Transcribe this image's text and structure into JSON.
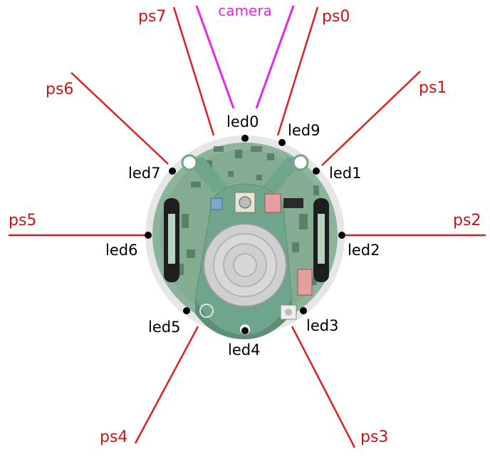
{
  "camera": {
    "label": "camera"
  },
  "sensors": [
    {
      "label": "ps0"
    },
    {
      "label": "ps1"
    },
    {
      "label": "ps2"
    },
    {
      "label": "ps3"
    },
    {
      "label": "ps4"
    },
    {
      "label": "ps5"
    },
    {
      "label": "ps6"
    },
    {
      "label": "ps7"
    }
  ],
  "leds": [
    {
      "label": "led0"
    },
    {
      "label": "led1"
    },
    {
      "label": "led2"
    },
    {
      "label": "led3"
    },
    {
      "label": "led4"
    },
    {
      "label": "led5"
    },
    {
      "label": "led6"
    },
    {
      "label": "led7"
    },
    {
      "label": "led9"
    }
  ],
  "colors": {
    "sensor": "#e02020",
    "sensor_text": "#c81414",
    "camera": "#ee22ee",
    "led_dot": "#000000",
    "led_text": "#000000",
    "robot_rim": "#e6e6e6",
    "robot_body": "#8cb49b",
    "pcb_green": "#6fa58a",
    "speaker": "#cfcfcf"
  }
}
